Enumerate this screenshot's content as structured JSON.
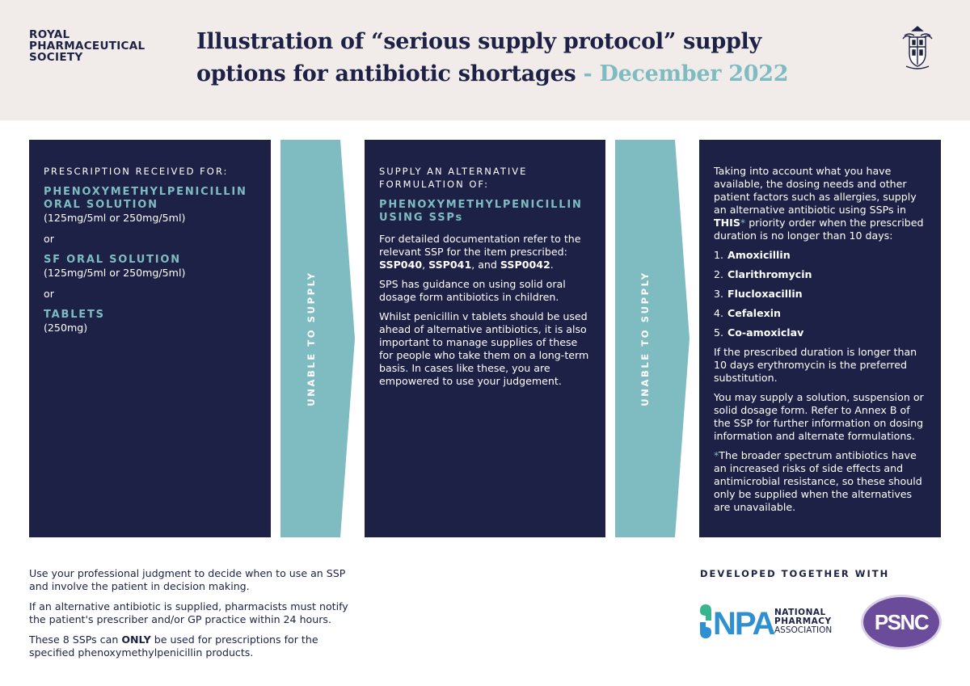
{
  "header": {
    "org_lines": [
      "ROYAL",
      "PHARMACEUTICAL",
      "SOCIETY"
    ],
    "title_main": "Illustration of “serious supply protocol” supply options for antibiotic shortages",
    "title_accent": "- December 2022"
  },
  "panel1": {
    "heading": "PRESCRIPTION RECEIVED FOR:",
    "drug1": "PHENOXYMETHYLPENICILLIN ORAL SOLUTION",
    "drug1_strength": "(125mg/5ml or 250mg/5ml)",
    "or1": "or",
    "drug2": "SF ORAL SOLUTION",
    "drug2_strength": "(125mg/5ml or 250mg/5ml)",
    "or2": "or",
    "drug3": "TABLETS",
    "drug3_strength": "(250mg)"
  },
  "arrow1": {
    "label": "UNABLE TO SUPPLY"
  },
  "panel2": {
    "heading": "SUPPLY AN ALTERNATIVE FORMULATION OF:",
    "drug": "PHENOXYMETHYLPENICILLIN USING SSPs",
    "p1_text": "For detailed documentation refer to the relevant SSP for the item prescribed: ",
    "ssp1": "SSP040",
    "sep1": ", ",
    "ssp2": "SSP041",
    "sep2": ", and ",
    "ssp3": "SSP0042",
    "end1": ".",
    "p2": "SPS has guidance on using solid oral dosage form antibiotics in children.",
    "p3": "Whilst penicillin v tablets should be used ahead of alternative antibiotics, it is also important to manage supplies of these for people who take them on a long-term basis. In cases like these, you are empowered to use your judgement."
  },
  "arrow2": {
    "label": "UNABLE TO SUPPLY"
  },
  "panel3": {
    "intro_a": "Taking into account what you have available, the dosing needs and other patient factors such as allergies, supply an alternative antibiotic using SSPs in ",
    "intro_this": "THIS",
    "intro_ast": "*",
    "intro_b": " priority order when the prescribed duration is no longer than 10 days:",
    "list": [
      {
        "num": "1.",
        "name": "Amoxicillin"
      },
      {
        "num": "2.",
        "name": "Clarithromycin"
      },
      {
        "num": "3.",
        "name": "Flucloxacillin"
      },
      {
        "num": "4.",
        "name": "Cefalexin"
      },
      {
        "num": "5.",
        "name": "Co-amoxiclav"
      }
    ],
    "p_duration": "If the prescribed duration is longer than 10 days erythromycin is the preferred substitution.",
    "p_forms": "You may supply a solution, suspension or solid dosage form. Refer to Annex B of the SSP for further information on dosing information and alternate formulations.",
    "footnote_ast": "*",
    "footnote": "The broader spectrum antibiotics have an increased risks of side effects and antimicrobial resistance, so these should only be supplied when the alternatives are unavailable."
  },
  "footer": {
    "note1": "Use your professional judgment to decide when to use an SSP and involve the patient in decision making.",
    "note2": "If an alternative antibiotic is supplied, pharmacists must notify the patient's prescriber and/or GP practice within 24 hours.",
    "note3_a": "These 8 SSPs can ",
    "note3_only": "ONLY",
    "note3_b": " be used for prescriptions for the specified phenoxymethylpenicillin products.",
    "developed_with": "DEVELOPED TOGETHER WITH",
    "npa_logo": "NPA",
    "npa_line1": "NATIONAL",
    "npa_line2": "PHARMACY",
    "npa_line3": "ASSOCIATION",
    "psnc_logo": "PSNC"
  },
  "colors": {
    "navy": "#1c2145",
    "teal": "#7fbcc2",
    "header_bg": "#f1ece9",
    "psnc_purple": "#6b4c9a",
    "npa_green": "#37b58f",
    "npa_blue": "#2e8fd1"
  }
}
